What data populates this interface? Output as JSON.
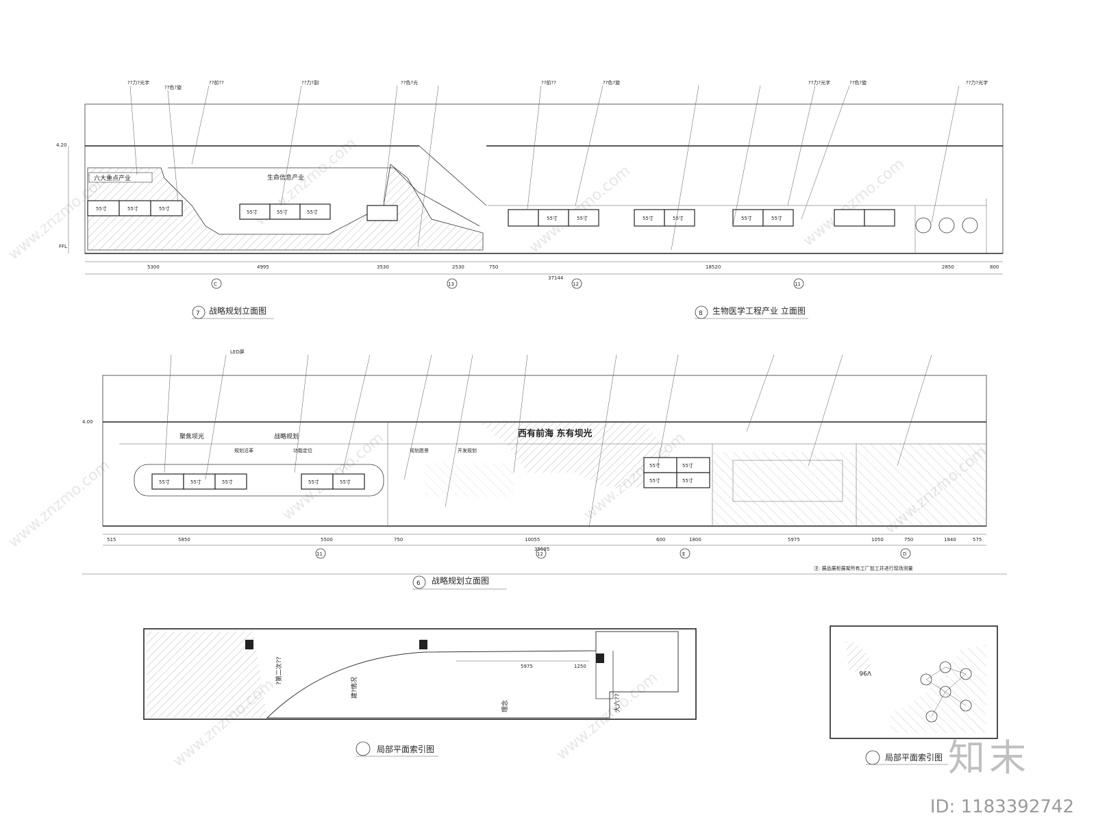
{
  "elevation_top": {
    "header_labels": [
      "??力?光字",
      "??色?旋",
      "??前??",
      "??力?副",
      "??色?光",
      "??前??",
      "??色?旋",
      "??力?光字",
      "??色?旋",
      "??力?光字"
    ],
    "panel_labels": [
      "六大重点产业",
      "生命信息产业"
    ],
    "screens_left": [
      "55寸",
      "55寸",
      "55寸"
    ],
    "screens_mid": [
      "55寸",
      "55寸",
      "55寸"
    ],
    "screens_right": [
      "55寸",
      "55寸",
      "55寸",
      "55寸",
      "55寸",
      "55寸"
    ],
    "dims": [
      "5300",
      "4995",
      "3530",
      "2530",
      "750",
      "18520",
      "2850",
      "800"
    ],
    "total_dim": "37144",
    "grid_marks": [
      "C",
      "13",
      "12",
      "11"
    ],
    "title_left_num": "7",
    "title_left": "战略规划立面图",
    "title_right_num": "8",
    "title_right": "生物医学工程产业 立面图",
    "level_top": "4.20",
    "level_bottom": "FFL"
  },
  "elevation_bottom": {
    "label_led": "LED屏",
    "headings": [
      "聚焦坝光",
      "战略规划",
      "西有前海 东有坝光"
    ],
    "subheadings": [
      "规划沿革",
      "功能定位",
      "规划愿景",
      "开发规划"
    ],
    "screens_a": [
      "55寸",
      "55寸",
      "55寸"
    ],
    "screens_b": [
      "55寸",
      "55寸"
    ],
    "screens_c": [
      "55寸",
      "55寸",
      "55寸",
      "55寸"
    ],
    "dims": [
      "515",
      "5850",
      "5500",
      "750",
      "10055",
      "600",
      "1800",
      "5975",
      "1050",
      "750",
      "1840",
      "575"
    ],
    "total_dim": "35695",
    "grid_marks": [
      "11",
      "12",
      "E",
      "D"
    ],
    "title_num": "6",
    "title": "战略规划立面图",
    "note": "注: 展品展柜展架所有工厂加工并进行现场测量",
    "level_top": "4.00"
  },
  "plans": {
    "plan_left_title": "局部平面索引图",
    "plan_left_dim_a": "5975",
    "plan_left_dim_b": "1250",
    "plan_left_labels": [
      "建?情况",
      "?第二次??",
      "理念",
      "大六??"
    ],
    "plan_right_title": "局部平面索引图",
    "plan_right_label": "V96"
  },
  "watermark_text": "www.znzmo.com",
  "brand_logo": "知末",
  "id_text": "ID: 1183392742",
  "colors": {
    "line": "#222222",
    "hatch": "#777777",
    "watermark": "#c8c8c8"
  }
}
